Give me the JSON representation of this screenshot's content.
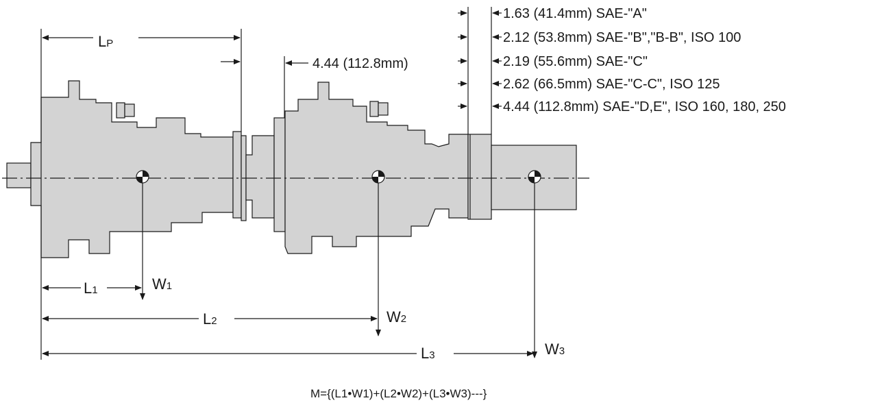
{
  "dimension_labels": {
    "lp_main": "L",
    "lp_sub": "P",
    "l1_main": "L",
    "l1_sub": "1",
    "l2_main": "L",
    "l2_sub": "2",
    "l3_main": "L",
    "l3_sub": "3",
    "w1_main": "W",
    "w1_sub": "1",
    "w2_main": "W",
    "w2_sub": "2",
    "w3_main": "W",
    "w3_sub": "3",
    "pilot_offset": "4.44 (112.8mm)"
  },
  "mounting_standards": [
    "1.63 (41.4mm)  SAE-\"A\"",
    "2.12 (53.8mm)  SAE-\"B\",\"B-B\", ISO 100",
    "2.19 (55.6mm)  SAE-\"C\"",
    "2.62 (66.5mm)  SAE-\"C-C\", ISO 125",
    "4.44 (112.8mm)  SAE-\"D,E\", ISO 160, 180, 250"
  ],
  "formula": "M={(L1•W1)+(L2•W2)+(L3•W3)---}"
}
